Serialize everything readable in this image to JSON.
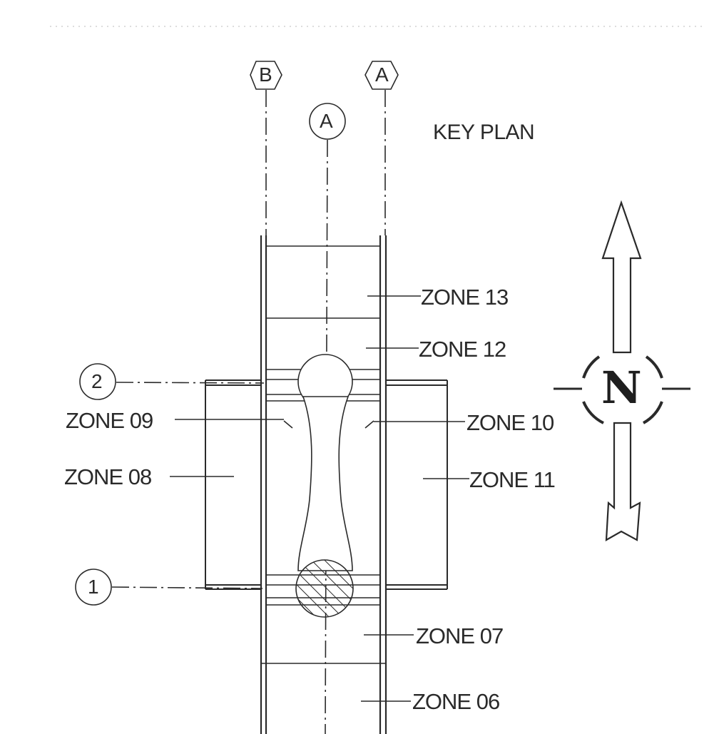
{
  "title": "KEY PLAN",
  "grid_columns": [
    "B",
    "A",
    "A"
  ],
  "grid_rows": [
    "2",
    "1"
  ],
  "zones": {
    "z13": "ZONE 13",
    "z12": "ZONE 12",
    "z09": "ZONE 09",
    "z10": "ZONE 10",
    "z08": "ZONE 08",
    "z11": "ZONE 11",
    "z07": "ZONE 07",
    "z06": "ZONE 06"
  },
  "north_arrow": {
    "letter": "N",
    "icon": "north-arrow-icon"
  },
  "colors": {
    "ink": "#2a2a2a",
    "paper": "#ffffff"
  }
}
